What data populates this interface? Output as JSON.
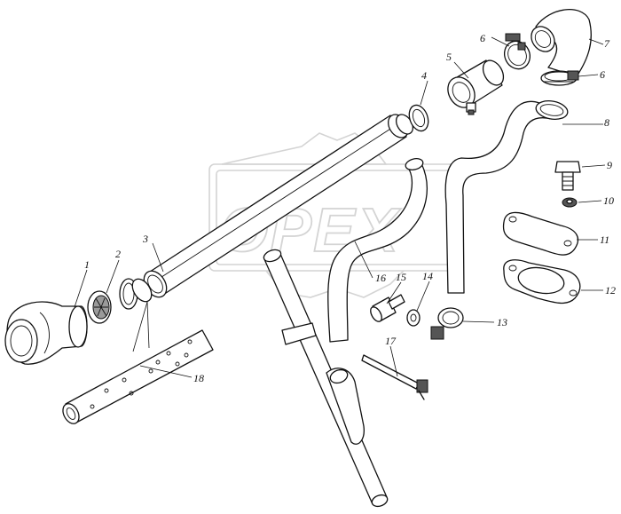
{
  "watermark": {
    "text": "OPEX"
  },
  "callouts": [
    {
      "id": "1",
      "label": "1"
    },
    {
      "id": "2",
      "label": "2"
    },
    {
      "id": "3",
      "label": "3"
    },
    {
      "id": "4",
      "label": "4"
    },
    {
      "id": "5",
      "label": "5"
    },
    {
      "id": "6a",
      "label": "6"
    },
    {
      "id": "6b",
      "label": "6"
    },
    {
      "id": "7",
      "label": "7"
    },
    {
      "id": "8",
      "label": "8"
    },
    {
      "id": "9",
      "label": "9"
    },
    {
      "id": "10",
      "label": "10"
    },
    {
      "id": "11",
      "label": "11"
    },
    {
      "id": "12",
      "label": "12"
    },
    {
      "id": "13",
      "label": "13"
    },
    {
      "id": "14",
      "label": "14"
    },
    {
      "id": "15",
      "label": "15"
    },
    {
      "id": "16",
      "label": "16"
    },
    {
      "id": "17",
      "label": "17"
    },
    {
      "id": "18",
      "label": "18"
    }
  ]
}
